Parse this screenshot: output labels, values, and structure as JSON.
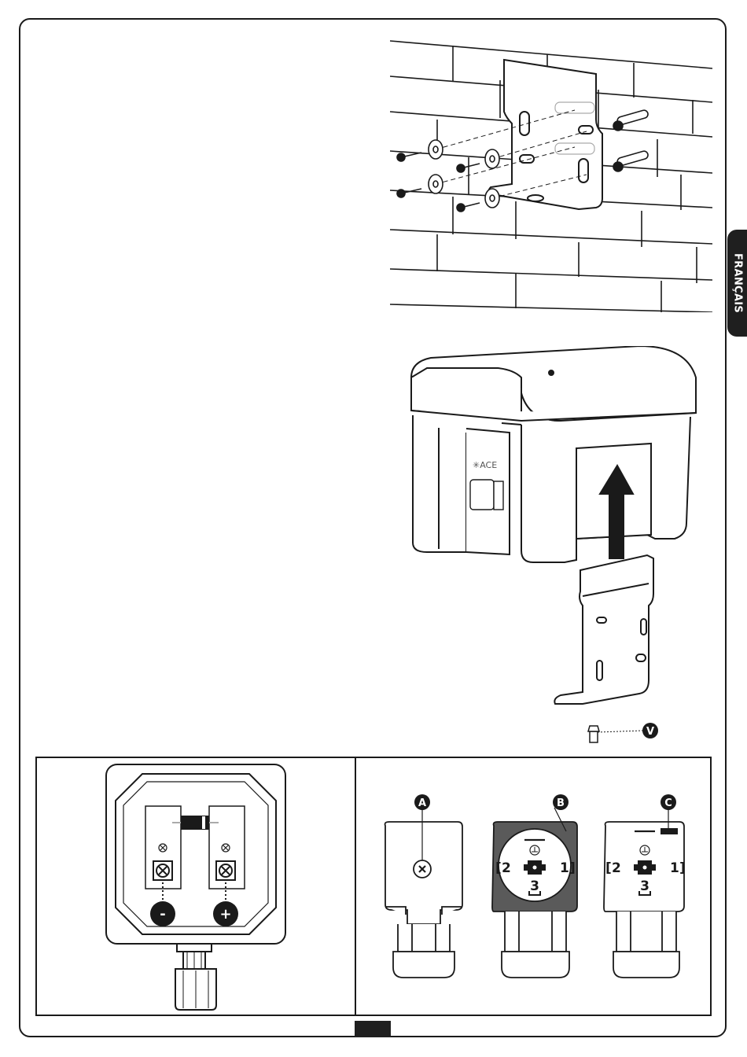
{
  "language_tab": "FRANÇAIS",
  "page_number": "",
  "callouts": {
    "screw_v": "V",
    "connector_a": "A",
    "connector_b": "B",
    "connector_c": "C"
  },
  "terminal_labels": {
    "minus": "-",
    "plus": "+"
  },
  "connector_pins": {
    "b": {
      "left": "2",
      "right": "1",
      "bottom": "3"
    },
    "c": {
      "left": "2",
      "right": "1",
      "bottom": "3"
    }
  },
  "colors": {
    "ink": "#1a1a1a",
    "tab": "#1f1f1f",
    "connector_b_fill": "#5a5a5a"
  }
}
